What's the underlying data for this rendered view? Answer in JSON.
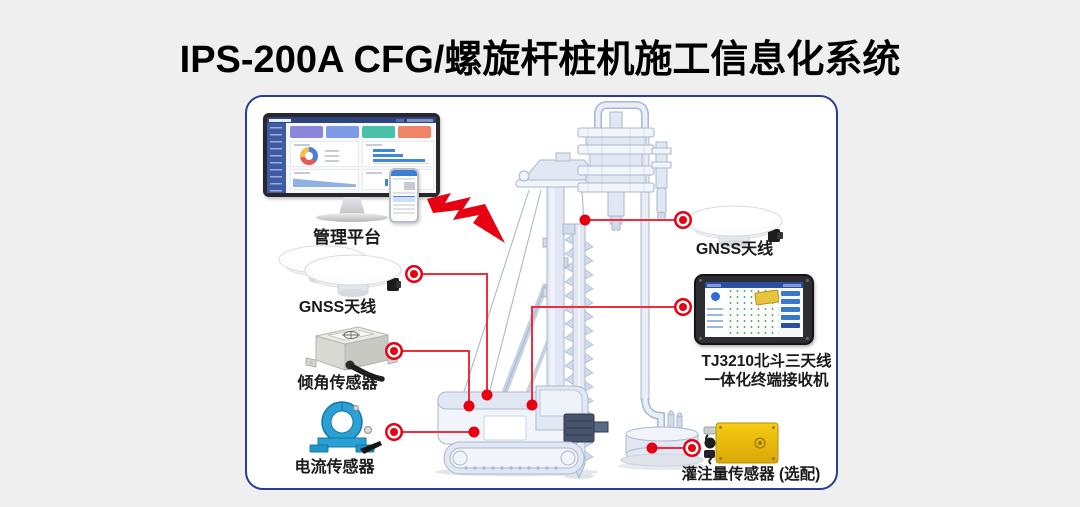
{
  "title": "IPS-200A  CFG/螺旋杆桩机施工信息化系统",
  "labels": {
    "platform": "管理平台",
    "gnss_left": "GNSS天线",
    "tilt_sensor": "倾角传感器",
    "current_sensor": "电流传感器",
    "gnss_right": "GNSS天线",
    "receiver_line1": "TJ3210北斗三天线",
    "receiver_line2": "一体化终端接收机",
    "flow_sensor": "灌注量传感器 (选配)"
  },
  "colors": {
    "page_background": "#efefef",
    "card_border": "#2b3c94",
    "accent_red": "#e60012",
    "connector_line_red": "#ee2e3e",
    "current_sensor_blue": "#2aa0d4",
    "flow_sensor_yellow": "#eec011",
    "dashboard": {
      "header": "#2c437f",
      "sidebar": "#3e5ba5",
      "stat_cards": [
        "#8d85da",
        "#7e9ce5",
        "#49c1a9",
        "#ef8566"
      ],
      "donut_segments": [
        "#4b80d6",
        "#e45a55",
        "#f2c04c"
      ],
      "bar_blue": "#3f87d9"
    }
  },
  "icons": {
    "lightning": "red-zigzag-bolt",
    "monitor": "dashboard-monitor",
    "phone": "smartphone",
    "gnss": "dome-antenna",
    "rig": "cfg-auger-pile-rig",
    "tablet": "rugged-beidou-receiver",
    "flow": "yellow-sensor-box"
  }
}
